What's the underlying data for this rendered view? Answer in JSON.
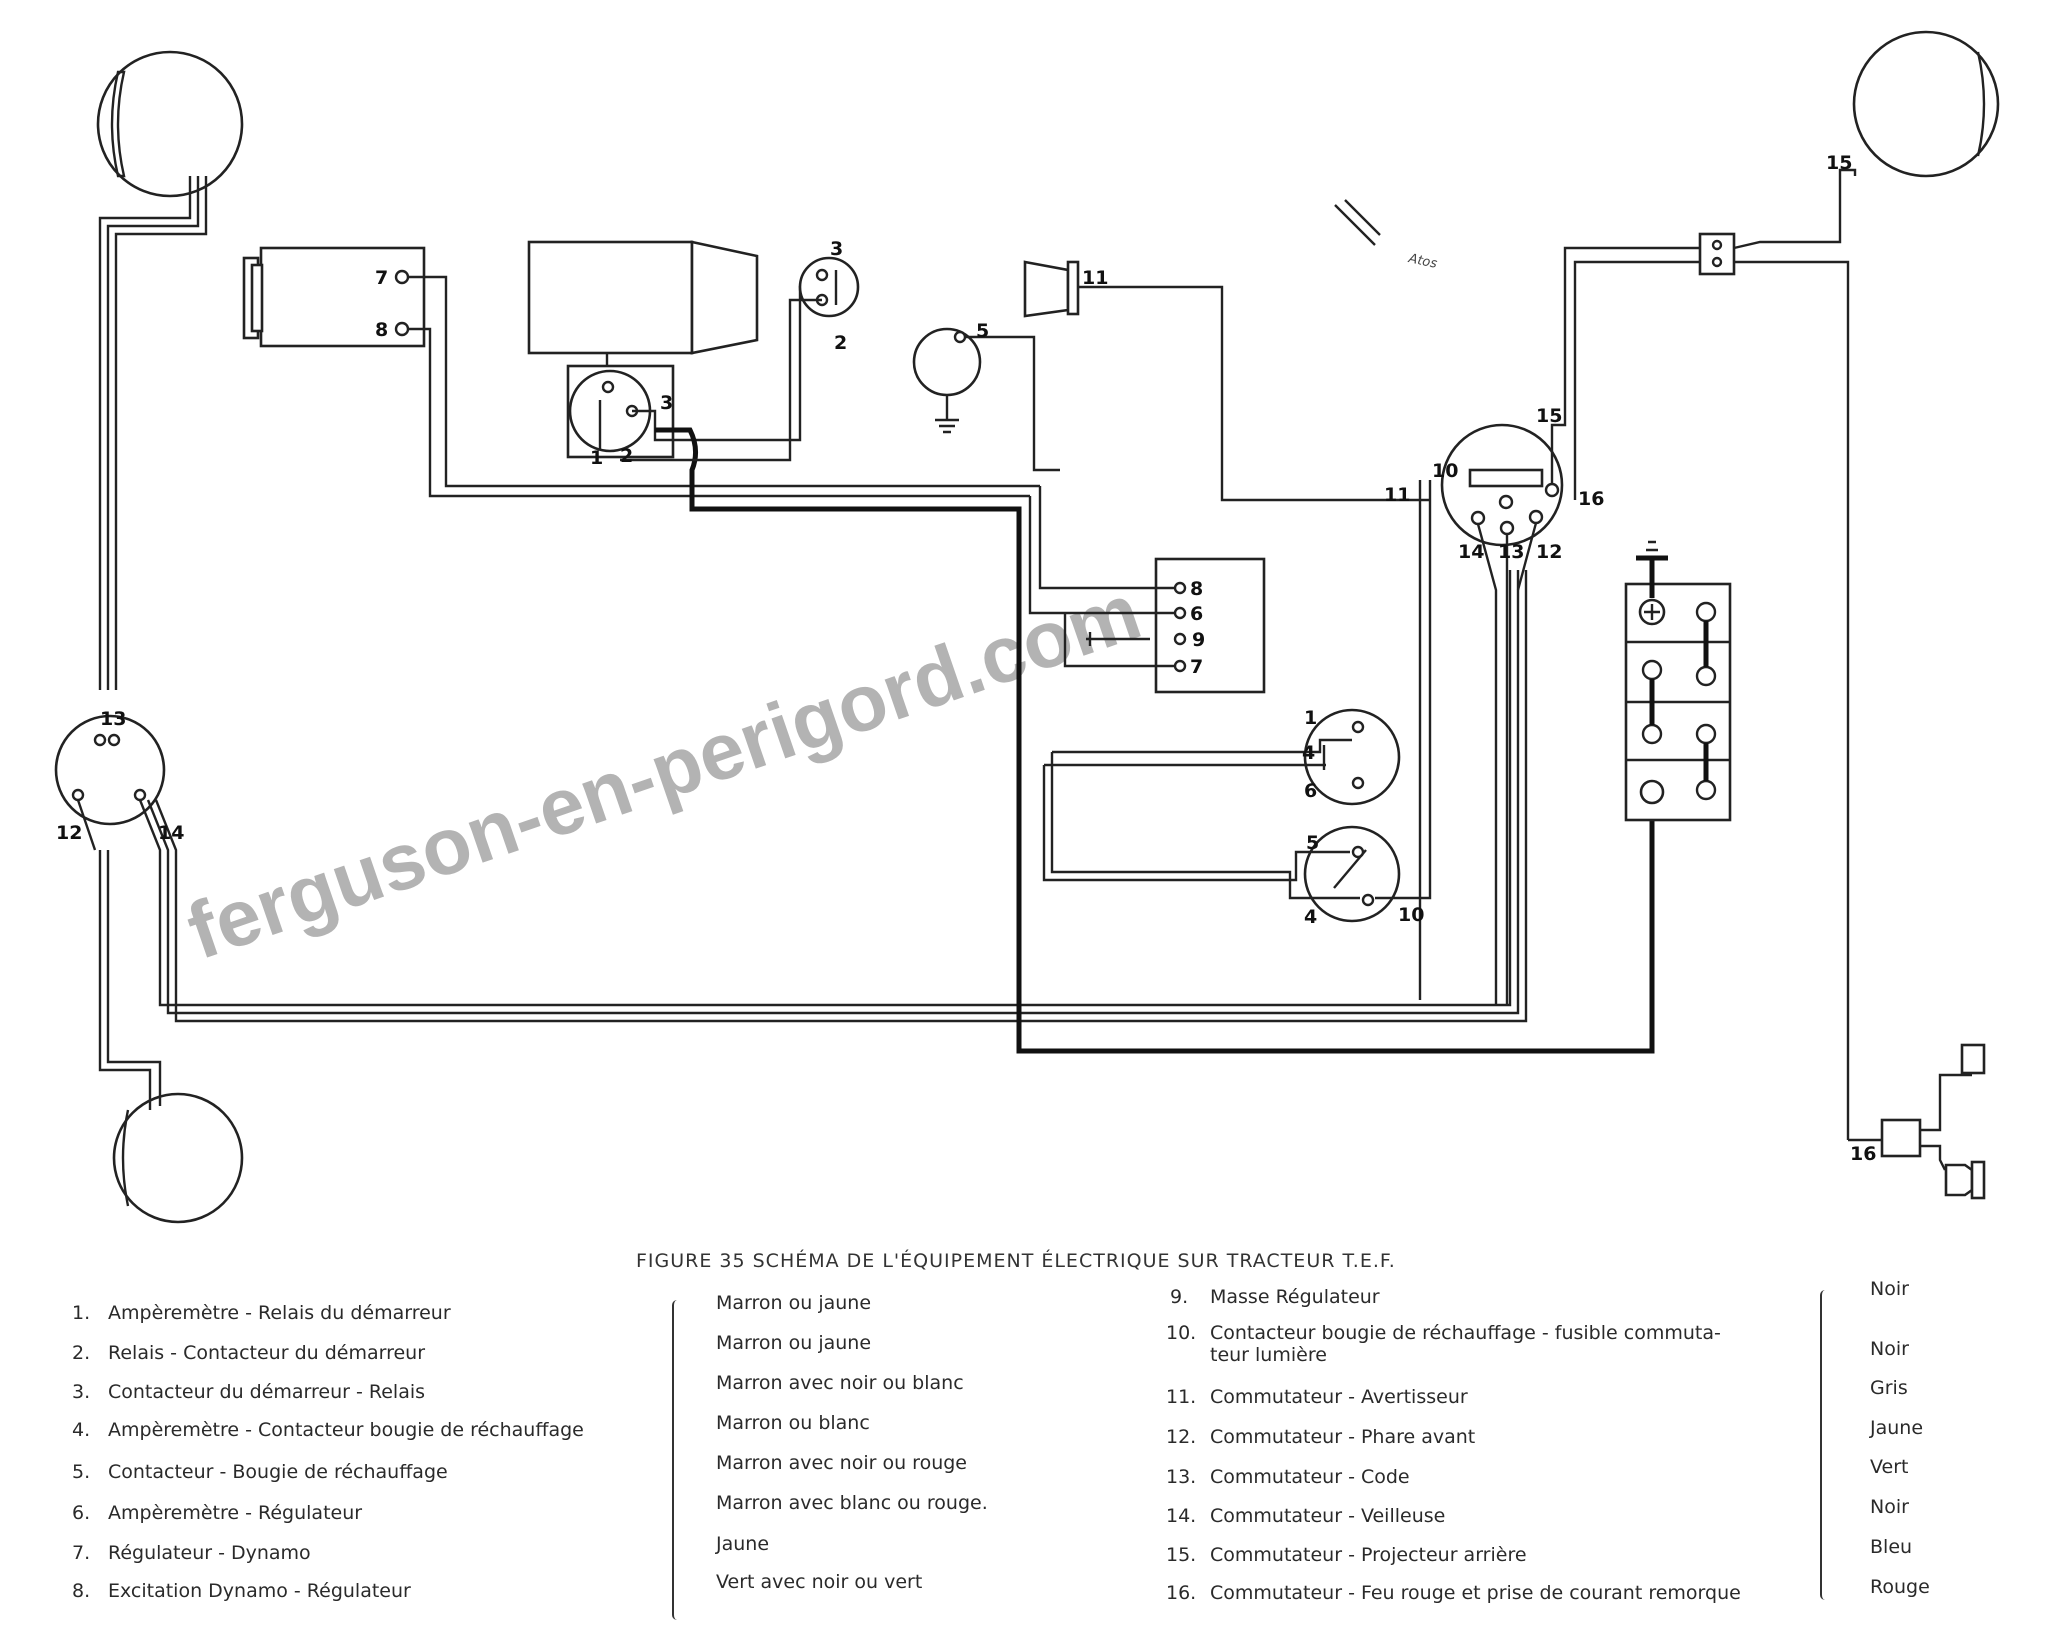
{
  "diagram": {
    "watermark": "ferguson-en-perigord.com",
    "signature": "Atos",
    "terminal_labels": [
      "7",
      "8",
      "3",
      "2",
      "5",
      "11",
      "3",
      "1",
      "2",
      "15",
      "15",
      "10",
      "11",
      "16",
      "14",
      "13",
      "12",
      "8",
      "6",
      "9",
      "7",
      "1",
      "4",
      "6",
      "5",
      "4",
      "10",
      "13",
      "12",
      "14",
      "16"
    ]
  },
  "figure": {
    "title": "FIGURE 35  SCHÉMA DE L'ÉQUIPEMENT ÉLECTRIQUE SUR TRACTEUR T.E.F."
  },
  "legend_left": [
    {
      "num": "1.",
      "text": "Ampèremètre - Relais du démarreur",
      "color": "Marron ou jaune"
    },
    {
      "num": "2.",
      "text": "Relais - Contacteur du démarreur",
      "color": "Marron ou jaune"
    },
    {
      "num": "3.",
      "text": "Contacteur du démarreur - Relais",
      "color": "Marron avec noir ou blanc"
    },
    {
      "num": "4.",
      "text": "Ampèremètre - Contacteur bougie de réchauffage",
      "color": "Marron ou blanc"
    },
    {
      "num": "5.",
      "text": "Contacteur - Bougie de réchauffage",
      "color": "Marron avec noir ou rouge"
    },
    {
      "num": "6.",
      "text": "Ampèremètre - Régulateur",
      "color": "Marron avec blanc ou rouge."
    },
    {
      "num": "7.",
      "text": "Régulateur - Dynamo",
      "color": "Jaune"
    },
    {
      "num": "8.",
      "text": "Excitation Dynamo - Régulateur",
      "color": "Vert avec noir ou vert"
    }
  ],
  "legend_right": [
    {
      "num": "9.",
      "text": "Masse Régulateur",
      "color": "Noir"
    },
    {
      "num": "10.",
      "text": "Contacteur bougie de réchauffage - fusible commuta-",
      "text2": "teur lumière",
      "color": "Noir"
    },
    {
      "num": "11.",
      "text": "Commutateur - Avertisseur",
      "color": "Gris"
    },
    {
      "num": "12.",
      "text": "Commutateur - Phare avant",
      "color": "Jaune"
    },
    {
      "num": "13.",
      "text": "Commutateur - Code",
      "color": "Vert"
    },
    {
      "num": "14.",
      "text": "Commutateur - Veilleuse",
      "color": "Noir"
    },
    {
      "num": "15.",
      "text": "Commutateur - Projecteur arrière",
      "color": "Bleu"
    },
    {
      "num": "16.",
      "text": "Commutateur - Feu rouge et prise de courant remorque",
      "color": "Rouge"
    }
  ]
}
